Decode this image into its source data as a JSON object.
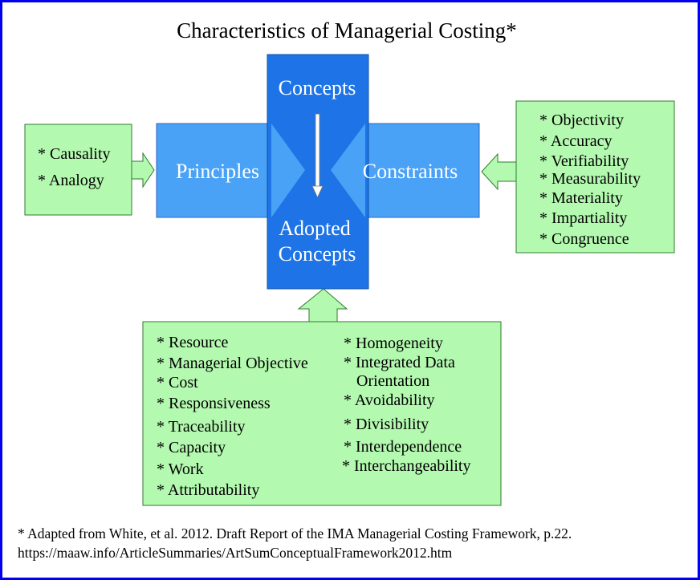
{
  "title": "Characteristics of Managerial Costing*",
  "center": {
    "top_label": "Concepts",
    "left_label": "Principles",
    "right_label": "Constraints",
    "bottom_label_line1": "Adopted",
    "bottom_label_line2": "Concepts"
  },
  "principles_box": {
    "items": [
      "* Causality",
      "* Analogy"
    ]
  },
  "constraints_box": {
    "items": [
      "* Objectivity",
      "* Accuracy",
      "* Verifiability",
      "* Measurability",
      "* Materiality",
      "* Impartiality",
      "* Congruence"
    ]
  },
  "concepts_box": {
    "col1": [
      "* Resource",
      "* Managerial Objective",
      "* Cost",
      "* Responsiveness",
      "* Traceability",
      "* Capacity",
      "* Work",
      "* Attributability"
    ],
    "col2": [
      "* Homogeneity",
      "* Integrated Data",
      "Orientation",
      "* Avoidability",
      "* Divisibility",
      "* Interdependence",
      "* Interchangeability"
    ]
  },
  "footnote": {
    "line1": "* Adapted from White, et al. 2012. Draft Report of the IMA Managerial Costing Framework, p.22.",
    "line2": "https://maaw.info/ArticleSummaries/ArtSumConceptualFramework2012.htm"
  },
  "colors": {
    "border": "#0000ee",
    "dark_blue": "#1e74e6",
    "light_blue": "#4aa2f7",
    "green_fill": "#b4f9b0",
    "green_stroke": "#2f7a2f"
  }
}
